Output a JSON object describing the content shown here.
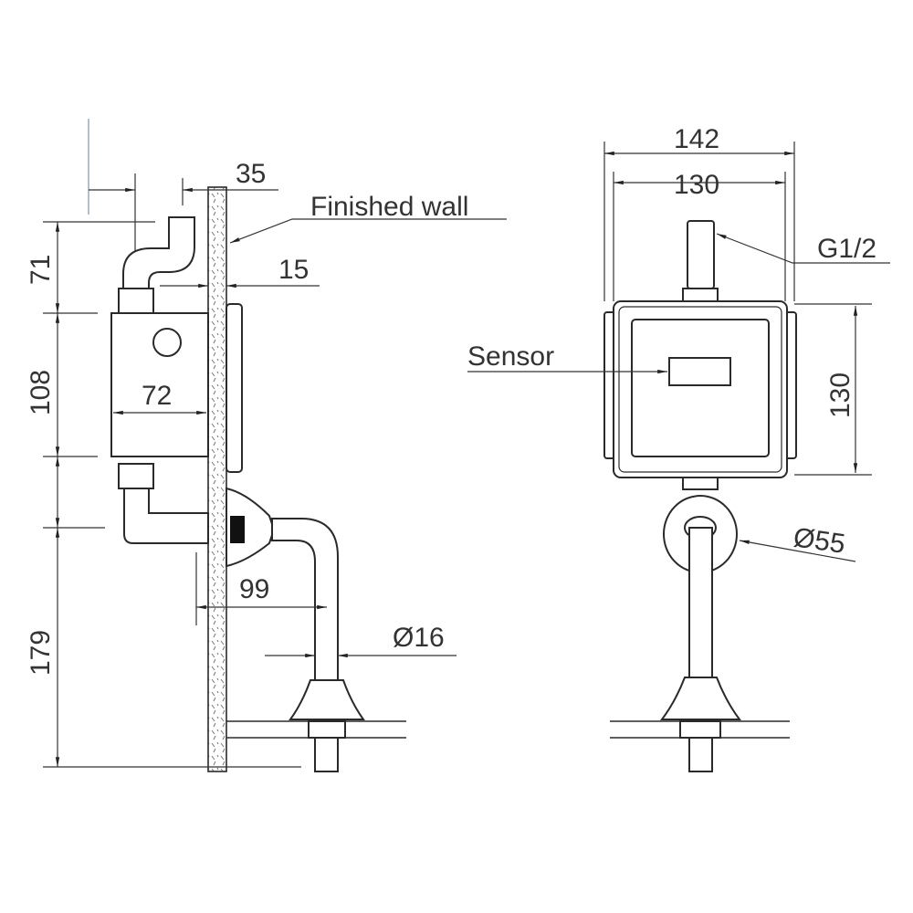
{
  "side_view": {
    "dim_top_offset": "35",
    "finished_wall_label": "Finished wall",
    "dim_wall_gap": "15",
    "dim_height_top": "71",
    "dim_height_body": "108",
    "dim_height_bottom": "179",
    "dim_body_depth": "72",
    "dim_pipe_offset": "99",
    "dim_pipe_diameter": "Ø16"
  },
  "front_view": {
    "dim_width_outer": "142",
    "dim_width_inner": "130",
    "dim_height": "130",
    "thread_label": "G1/2",
    "sensor_label": "Sensor",
    "dim_flange_diameter": "Ø55"
  },
  "colors": {
    "line": "#2a2a2a",
    "text": "#333333"
  }
}
